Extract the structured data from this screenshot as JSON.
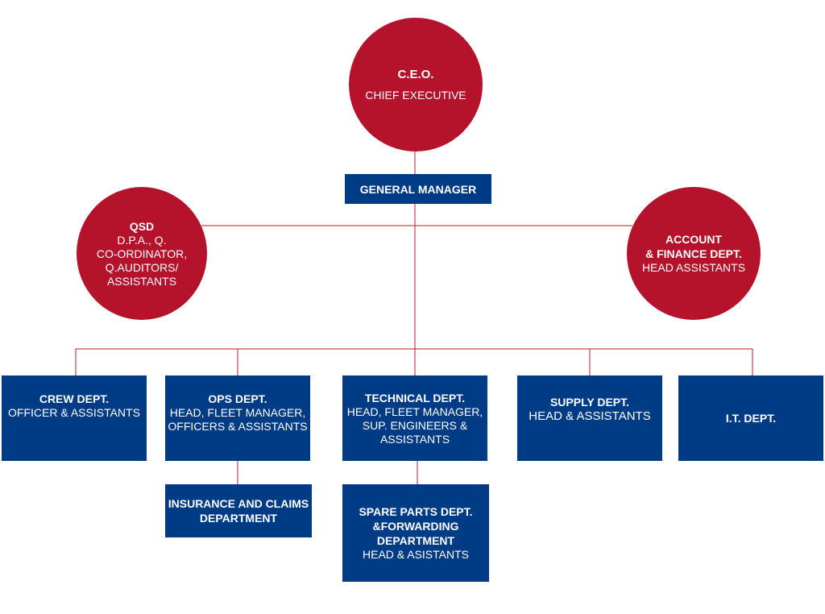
{
  "ceo": {
    "title": "C.E.O.",
    "subtitle": "CHIEF EXECUTIVE"
  },
  "general_manager": {
    "title": "GENERAL MANAGER"
  },
  "qsd": {
    "title": "QSD",
    "subtitle": "D.P.A., Q.\nCO-ORDINATOR,\nQ.AUDITORS/\nASSISTANTS"
  },
  "finance": {
    "title": "ACCOUNT\n& FINANCE DEPT.",
    "subtitle": "HEAD ASSISTANTS"
  },
  "crew": {
    "title": "CREW DEPT.",
    "subtitle": "OFFICER & ASSISTANTS"
  },
  "ops": {
    "title": "OPS DEPT.",
    "subtitle": "HEAD, FLEET MANAGER,\nOFFICERS & ASSISTANTS"
  },
  "technical": {
    "title": "TECHNICAL DEPT.",
    "subtitle": "HEAD, FLEET MANAGER,\nSUP. ENGINEERS &\nASSISTANTS"
  },
  "supply": {
    "title": "SUPPLY DEPT.",
    "subtitle": "HEAD & ASSISTANTS"
  },
  "it": {
    "title": "I.T. DEPT."
  },
  "insurance": {
    "title": "INSURANCE AND CLAIMS\nDEPARTMENT"
  },
  "spare_parts": {
    "title": "SPARE PARTS DEPT.\n&FORWARDING\nDEPARTMENT",
    "subtitle": "HEAD & ASISTANTS"
  },
  "colors": {
    "red": "#b5122b",
    "navy": "#003c86",
    "line": "#b5122b"
  }
}
